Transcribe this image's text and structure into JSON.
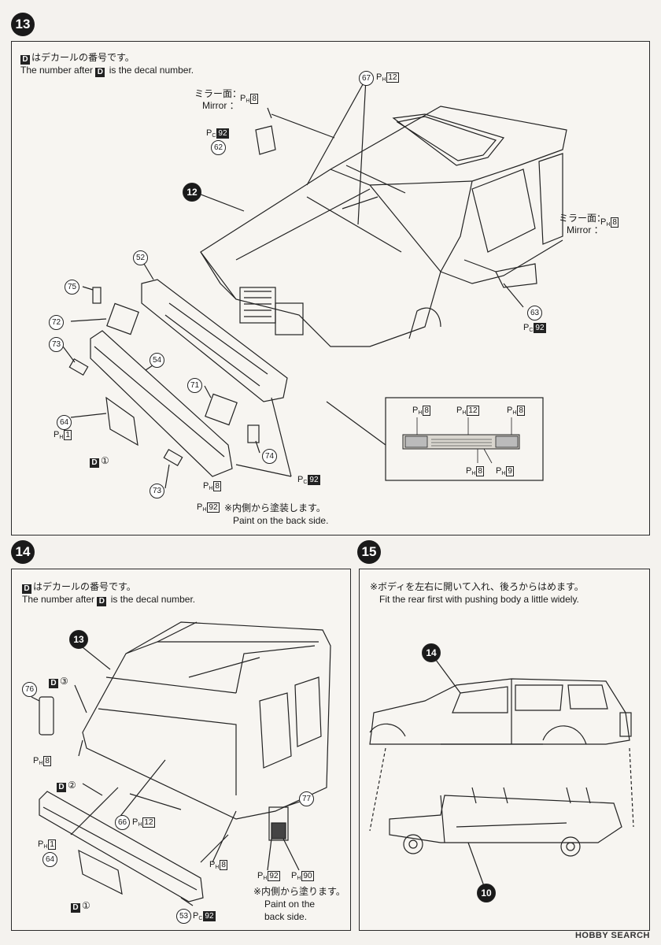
{
  "steps": {
    "s13": "13",
    "s14": "14",
    "s15": "15"
  },
  "decal_note": {
    "d": "D",
    "ja": "はデカールの番号です。",
    "en_pre": "The number after",
    "en_post": "is the decal number."
  },
  "s13": {
    "mirror_ja": "ミラー面：",
    "mirror_en": "Mirror ：",
    "paint_back_ja": "※内側から塗装します。",
    "paint_back_en": "Paint on the back side.",
    "parts": [
      "67",
      "62",
      "12",
      "52",
      "75",
      "72",
      "73",
      "54",
      "71",
      "64",
      "74",
      "73",
      "63"
    ],
    "d1": "①",
    "codes": {
      "ph8": "8",
      "ph12": "12",
      "pc92": "92",
      "ph1": "1",
      "ph92": "92",
      "ph9": "9"
    }
  },
  "s14": {
    "paint_back_ja": "※内側から塗ります。",
    "paint_back_en1": "Paint on the",
    "paint_back_en2": "back side.",
    "parts": [
      "13",
      "76",
      "66",
      "64",
      "53",
      "77"
    ],
    "d3": "③",
    "d2": "②",
    "d1": "①",
    "codes": {
      "ph8": "8",
      "ph1": "1",
      "ph12": "12",
      "pc92": "92",
      "ph92": "92",
      "ph90": "90"
    }
  },
  "s15": {
    "note_ja": "※ボディを左右に開いて入れ、後ろからはめます。",
    "note_en": "Fit the rear first with pushing body a little widely.",
    "parts": [
      "14",
      "10"
    ]
  },
  "logo": "HOBBY SEARCH",
  "colors": {
    "ink": "#1a1a1a",
    "paper": "#f4f2ee"
  }
}
